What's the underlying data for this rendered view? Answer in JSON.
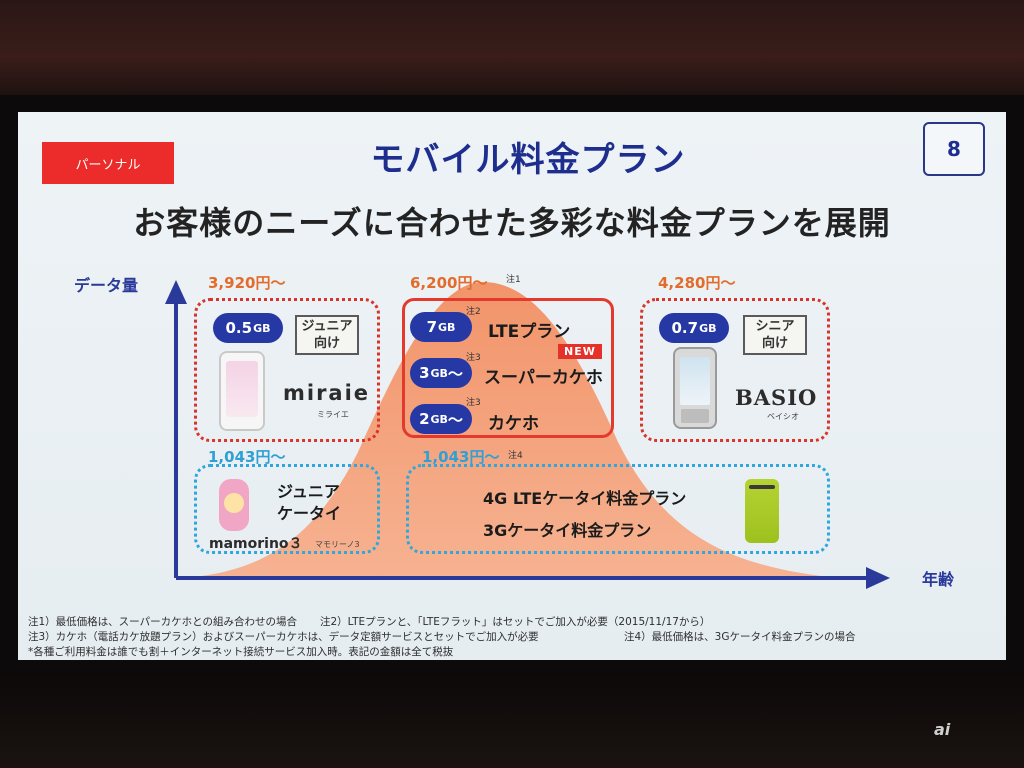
{
  "slide": {
    "category_tag": "パーソナル",
    "title": "モバイル料金プラン",
    "page_number": "8",
    "subtitle": "お客様のニーズに合わせた多彩な料金プランを展開"
  },
  "axes": {
    "y_label": "データ量",
    "x_label": "年齢"
  },
  "junior_plan": {
    "price": "3,920円～",
    "data": "0.5",
    "data_unit": "GB",
    "target": [
      "ジュニア",
      "向け"
    ],
    "brand": "miraie",
    "brand_kana": "ミライエ"
  },
  "lte_plans": {
    "price": "6,200円～",
    "price_note": "注1",
    "items": [
      {
        "data": "7",
        "unit": "GB",
        "suffix": "",
        "note": "注2",
        "name": "LTEプラン"
      },
      {
        "data": "3",
        "unit": "GB",
        "suffix": "～",
        "note": "注3",
        "name": "スーパーカケホ"
      },
      {
        "data": "2",
        "unit": "GB",
        "suffix": "～",
        "note": "注3",
        "name": "カケホ"
      }
    ],
    "new_badge": "NEW"
  },
  "senior_plan": {
    "price": "4,280円～",
    "data": "0.7",
    "data_unit": "GB",
    "target": [
      "シニア",
      "向け"
    ],
    "brand": "BASIO",
    "brand_kana": "ベイシオ"
  },
  "junior_keitai": {
    "price": "1,043円～",
    "name": [
      "ジュニア",
      "ケータイ"
    ],
    "brand": "mamorino３",
    "brand_kana": "マモリーノ3"
  },
  "keitai_plans": {
    "price": "1,043円～",
    "price_note": "注4",
    "items": [
      "4G LTEケータイ料金プラン",
      "3Gケータイ料金プラン"
    ]
  },
  "footnotes": {
    "line1a": "注1）最低価格は、スーパーカケホとの組み合わせの場合",
    "line1b": "注2）LTEプランと、「LTEフラット」はセットでご加入が必要（2015/11/17から）",
    "line2a": "注3）カケホ（電話カケ放題プラン）およびスーパーカケホは、データ定額サービスとセットでご加入が必要",
    "line2b": "注4）最低価格は、3Gケータイ料金プランの場合",
    "line3": "*各種ご利用料金は誰でも割＋インターネット接続サービス加入時。表記の金額は全て税抜"
  },
  "watermark": "ai",
  "colors": {
    "accent_red": "#ec2b2b",
    "title_blue": "#1e2e8e",
    "mountain": "#f0a078",
    "pill_blue": "#2538a4",
    "price_orange": "#e36c2c",
    "price_blue": "#2fa0d6"
  }
}
